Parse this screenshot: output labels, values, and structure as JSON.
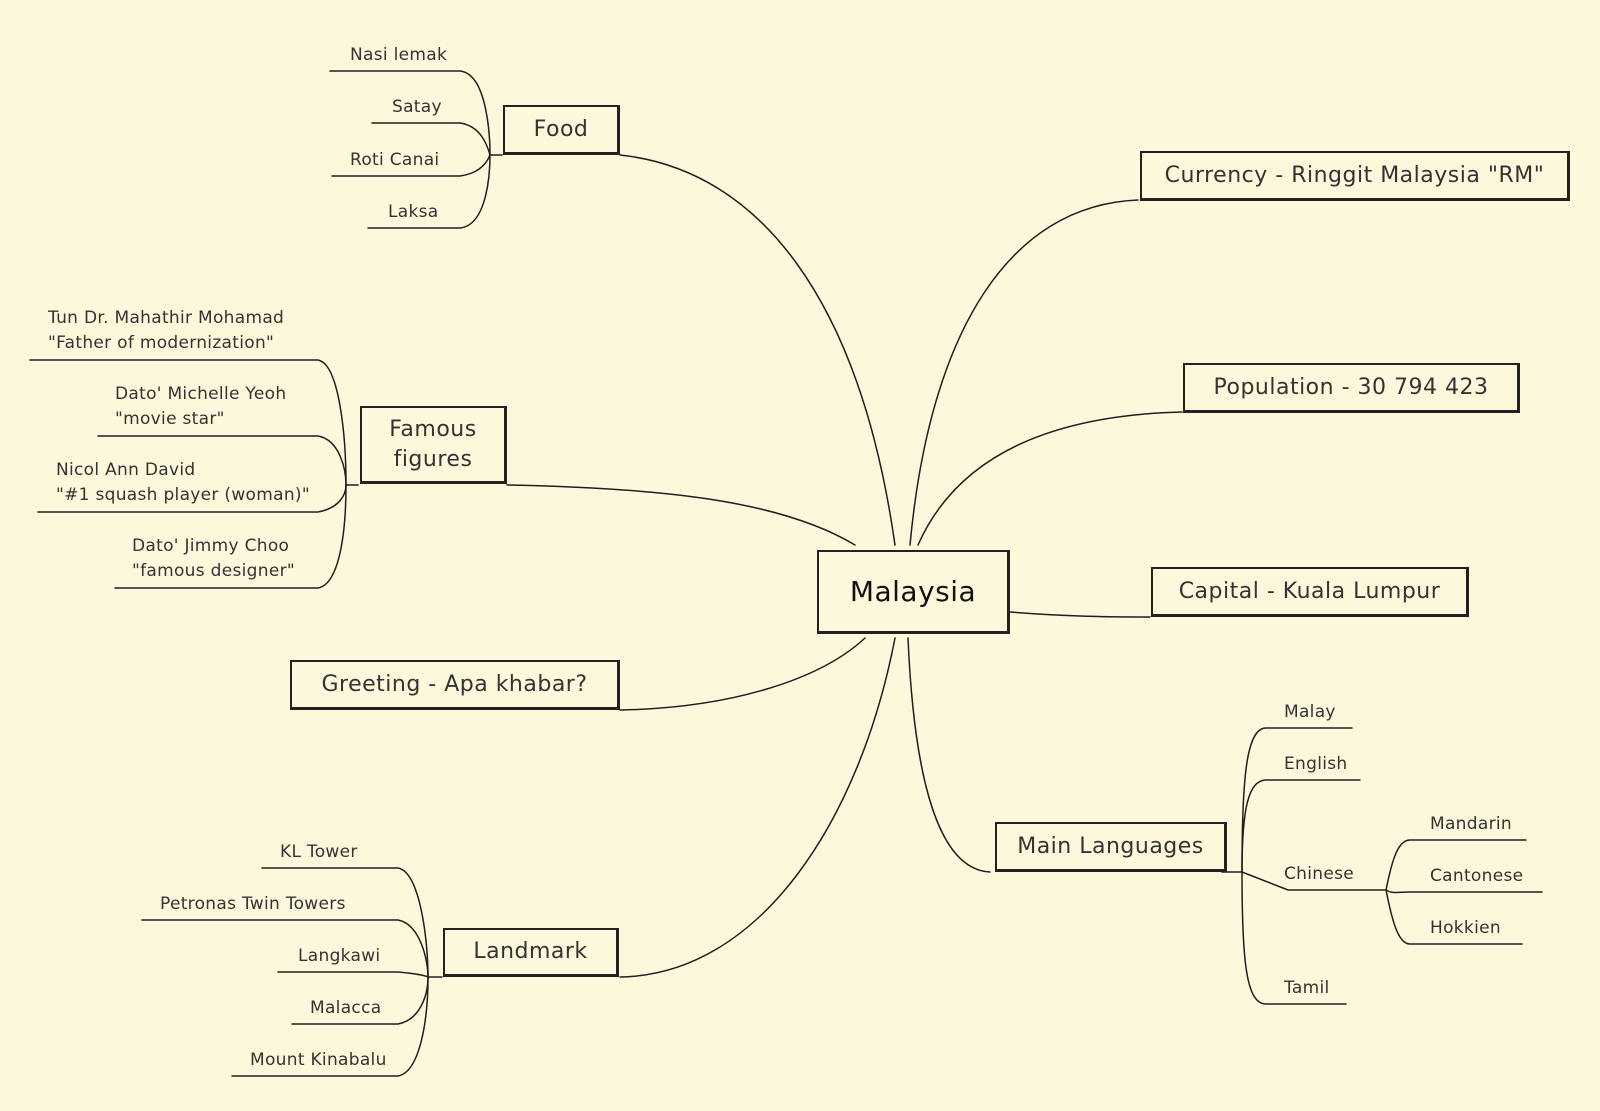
{
  "central": "Malaysia",
  "food": {
    "title": "Food",
    "items": [
      "Nasi lemak",
      "Satay",
      "Roti Canai",
      "Laksa"
    ]
  },
  "famous": {
    "title": "Famous figures",
    "people": [
      {
        "name": "Tun Dr. Mahathir Mohamad",
        "note": "\"Father of modernization\""
      },
      {
        "name": "Dato' Michelle Yeoh",
        "note": "\"movie star\""
      },
      {
        "name": "Nicol Ann David",
        "note": "\"#1 squash player (woman)\""
      },
      {
        "name": "Dato' Jimmy Choo",
        "note": "\"famous designer\""
      }
    ]
  },
  "greeting": "Greeting - Apa khabar?",
  "landmark": {
    "title": "Landmark",
    "items": [
      "KL Tower",
      "Petronas Twin Towers",
      "Langkawi",
      "Malacca",
      "Mount Kinabalu"
    ]
  },
  "currency": "Currency - Ringgit Malaysia \"RM\"",
  "population": "Population - 30 794 423",
  "capital": "Capital - Kuala Lumpur",
  "languages": {
    "title": "Main Languages",
    "items": [
      "Malay",
      "English",
      "Chinese",
      "Tamil"
    ],
    "chinese": [
      "Mandarin",
      "Cantonese",
      "Hokkien"
    ]
  }
}
